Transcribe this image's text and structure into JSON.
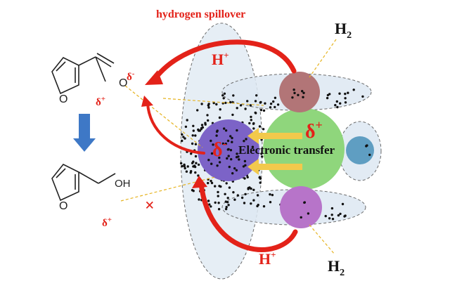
{
  "title": "hydrogen spillover",
  "labels": {
    "h2_top": "H",
    "h2_top_sub": "2",
    "h2_bottom": "H",
    "h2_bottom_sub": "2",
    "hplus_top": "H",
    "hplus_top_sup": "+",
    "hplus_bottom": "H",
    "hplus_bottom_sup": "+",
    "delta_plus_support": "δ",
    "delta_plus_support_sup": "+",
    "delta_minus_metal": "δ",
    "delta_minus_metal_sup": "-",
    "electronic_transfer": "Electronic transfer",
    "delta_minus_carbonyl": "δ",
    "delta_minus_carbonyl_sup": "-",
    "delta_plus_carbonyl": "δ",
    "delta_plus_carbonyl_sup": "+",
    "delta_plus_bottom": "δ",
    "delta_plus_bottom_sup": "+",
    "cross_mark": "×"
  },
  "molecules": {
    "furfural": {
      "ring_o": "O",
      "carbonyl_o": "O"
    },
    "furfuryl_alcohol": {
      "ring_o": "O",
      "oh": "OH"
    }
  },
  "colors": {
    "red": "#e32219",
    "blue_arrow": "#3e78c6",
    "green_support": "#8fd67c",
    "purple_metal": "#7c63c7",
    "rose_top": "#b27577",
    "violet_bottom": "#b774c9",
    "teal_right": "#5f9ec2",
    "ellipse_fill": "#dde8f2",
    "yellow_arrow": "#f2c94c",
    "dashed_yellow": "#e6b422"
  }
}
